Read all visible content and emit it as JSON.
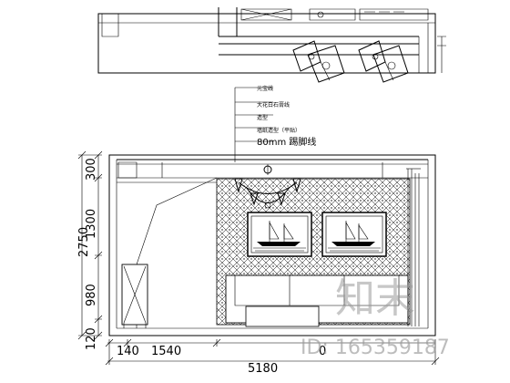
{
  "annotations": [
    "元宝线",
    "大花白石膏线",
    "造型",
    "墙纸造型（平贴）",
    "80mm 踢脚线"
  ],
  "dimensions": {
    "vertical_outer": "2750",
    "vertical_segments": [
      "300",
      "1300",
      "980",
      "120"
    ],
    "horizontal_total": "5180",
    "horizontal_segments": [
      "140",
      "1540",
      "0"
    ]
  },
  "watermark": {
    "brand": "知末",
    "id_text": "ID: 165359187"
  }
}
